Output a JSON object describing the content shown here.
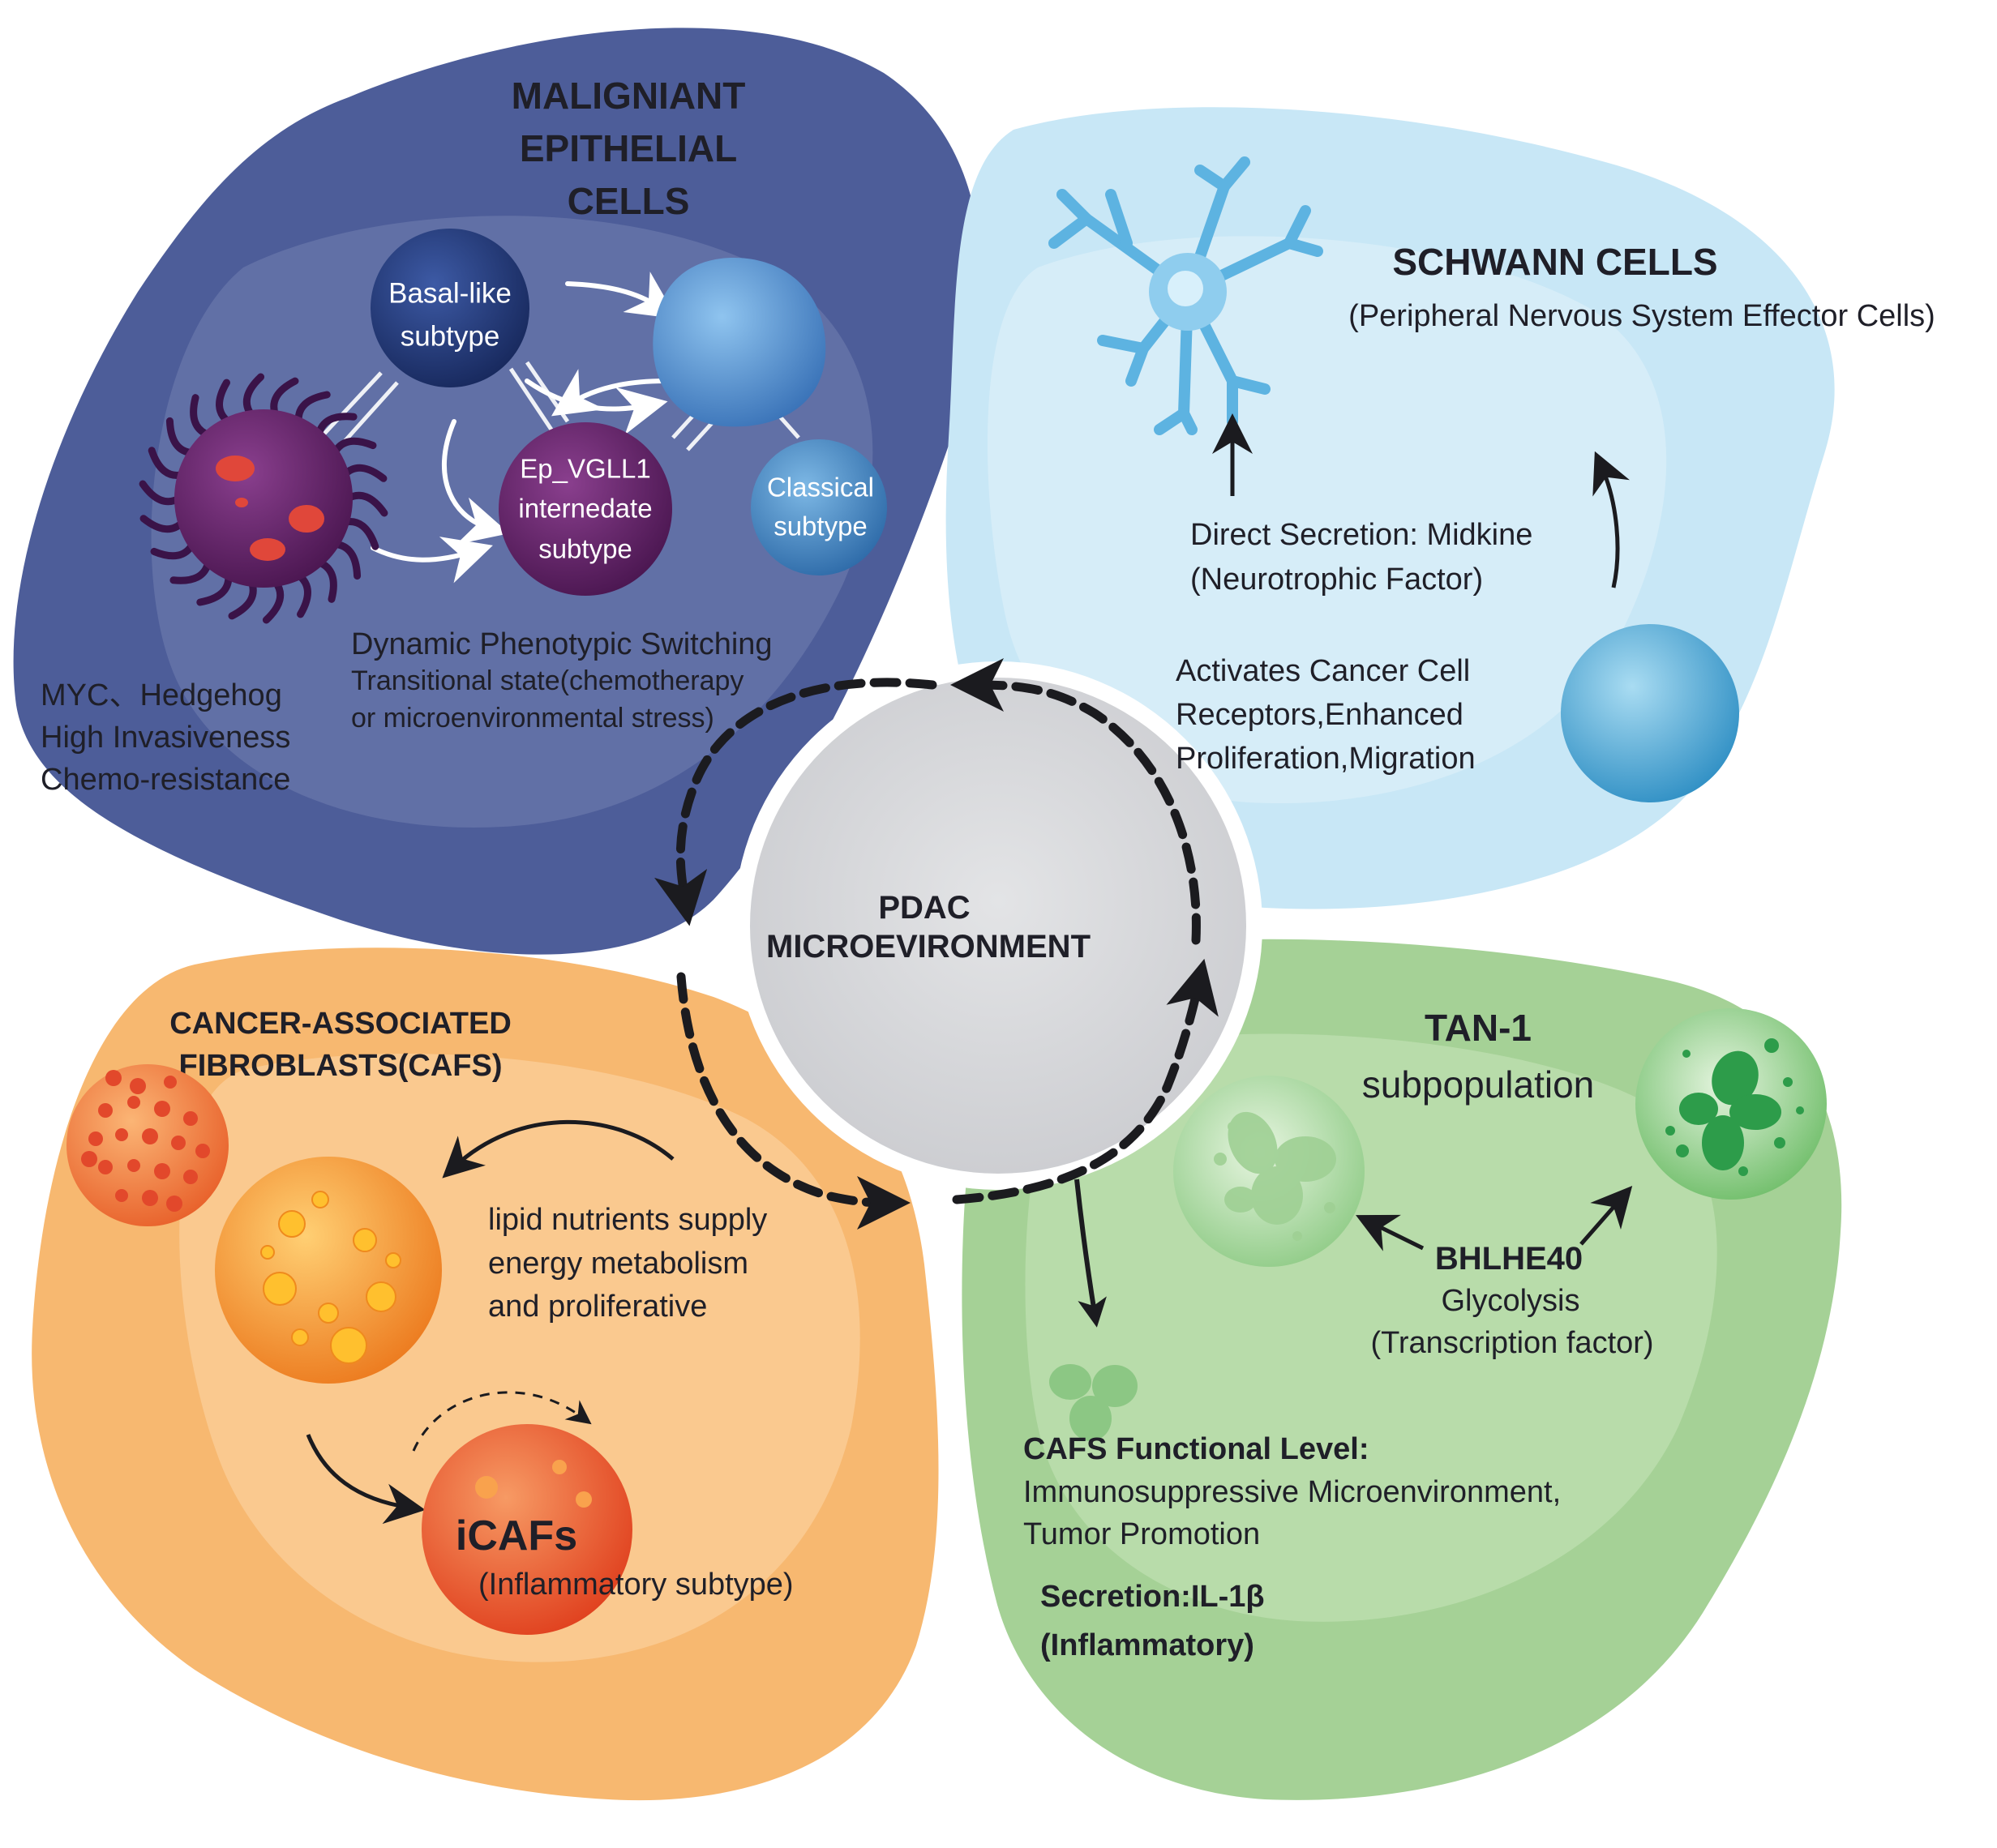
{
  "center": {
    "line1": "PDAC",
    "line2": "MICROEVIRONMENT"
  },
  "epithelial": {
    "title_lines": [
      "MALIGNIANT",
      "EPITHELIAL",
      "CELLS"
    ],
    "basal_lines": [
      "Basal-like",
      "subtype"
    ],
    "ep_lines": [
      "Ep_VGLL1",
      "internedate",
      "subtype"
    ],
    "classical_lines": [
      "Classical",
      "subtype"
    ],
    "switching_lines": [
      "Dynamic Phenotypic Switching",
      "Transitional state(chemotherapy",
      "or microenvironmental stress)"
    ],
    "features_lines": [
      "MYC、Hedgehog",
      "High Invasiveness",
      "Chemo-resistance"
    ]
  },
  "schwann": {
    "title": "SCHWANN CELLS",
    "subtitle": "(Peripheral Nervous System Effector Cells)",
    "secretion_lines": [
      "Direct Secretion: Midkine",
      "(Neurotrophic Factor)"
    ],
    "activation_lines": [
      "Activates Cancer Cell",
      "Receptors,Enhanced",
      "Proliferation,Migration"
    ]
  },
  "cafs": {
    "title_lines": [
      "CANCER-ASSOCIATED",
      "FIBROBLASTS(CAFS)"
    ],
    "lipid_lines": [
      "lipid nutrients supply",
      "energy metabolism",
      "and proliferative"
    ],
    "icafs": "iCAFs",
    "icafs_subtitle": "(Inflammatory subtype)"
  },
  "tan": {
    "title": "TAN-1",
    "subtitle": "subpopulation",
    "bhlhe40": "BHLHE40",
    "glycolysis": "Glycolysis",
    "tf": "(Transcription factor)",
    "cafs_level_title": "CAFS Functional Level:",
    "cafs_level_lines": [
      "Immunosuppressive Microenvironment,",
      "Tumor Promotion"
    ],
    "secretion_lines": [
      "Secretion:IL-1β",
      "(Inflammatory)"
    ]
  },
  "colors": {
    "epithelial": "#4a5c98",
    "schwann": "#c6e6f6",
    "cafs": "#f6b56e",
    "tan": "#a3cf95",
    "center": "#d7d8db"
  }
}
